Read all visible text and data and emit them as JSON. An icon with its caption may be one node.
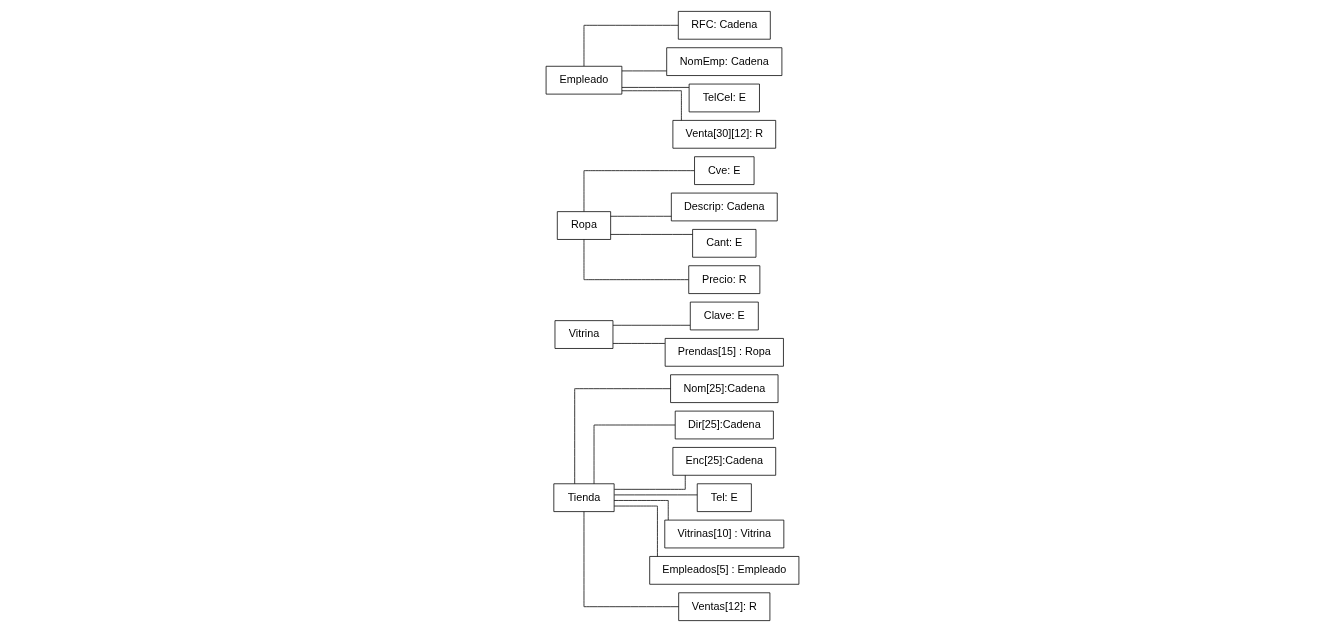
{
  "diagram": {
    "nodes": [
      {
        "text": [
          "Tienda"
        ]
      },
      {
        "text": [
          "Nom[25]:Cadena"
        ]
      },
      {
        "text": [
          "Dir[25]:Cadena"
        ]
      },
      {
        "text": [
          "Enc[25]:Cadena"
        ]
      },
      {
        "text": [
          "Tel: E"
        ]
      },
      {
        "text": [
          "Vitrinas[10] : Vitrina"
        ]
      },
      {
        "text": [
          "Empleados[5] : Empleado"
        ]
      },
      {
        "text": [
          "Ventas[12]: R"
        ]
      },
      {
        "text": [
          "Vitrina"
        ]
      },
      {
        "text": [
          "Clave: E"
        ]
      },
      {
        "text": [
          "Prendas[15] : Ropa"
        ]
      },
      {
        "text": [
          "Ropa"
        ]
      },
      {
        "text": [
          "Cve: E"
        ]
      },
      {
        "text": [
          "Descrip: Cadena"
        ]
      },
      {
        "text": [
          "Cant: E"
        ]
      },
      {
        "text": [
          "Precio: R"
        ]
      },
      {
        "text": [
          "Empleado"
        ]
      },
      {
        "text": [
          "RFC: Cadena"
        ]
      },
      {
        "text": [
          "NomEmp: Cadena"
        ]
      },
      {
        "text": [
          "TelCel: E"
        ]
      },
      {
        "text": [
          "Venta[30][12]: R"
        ]
      }
    ],
    "edges": [
      {
        "from": 0,
        "to": 1,
        "arrow": "none"
      },
      {
        "from": 0,
        "to": 2,
        "arrow": "none"
      },
      {
        "from": 0,
        "to": 3,
        "arrow": "none"
      },
      {
        "from": 0,
        "to": 4,
        "arrow": "none"
      },
      {
        "from": 0,
        "to": 5,
        "arrow": "none"
      },
      {
        "from": 0,
        "to": 6,
        "arrow": "none"
      },
      {
        "from": 0,
        "to": 7,
        "arrow": "none"
      },
      {
        "from": 8,
        "to": 9,
        "arrow": "none"
      },
      {
        "from": 8,
        "to": 10,
        "arrow": "none"
      },
      {
        "from": 11,
        "to": 12,
        "arrow": "none"
      },
      {
        "from": 11,
        "to": 13,
        "arrow": "none"
      },
      {
        "from": 11,
        "to": 14,
        "arrow": "none"
      },
      {
        "from": 11,
        "to": 15,
        "arrow": "none"
      },
      {
        "from": 16,
        "to": 17,
        "arrow": "none"
      },
      {
        "from": 16,
        "to": 18,
        "arrow": "none"
      },
      {
        "from": 16,
        "to": 19,
        "arrow": "none"
      },
      {
        "from": 16,
        "to": 20,
        "arrow": "none"
      }
    ]
  }
}
